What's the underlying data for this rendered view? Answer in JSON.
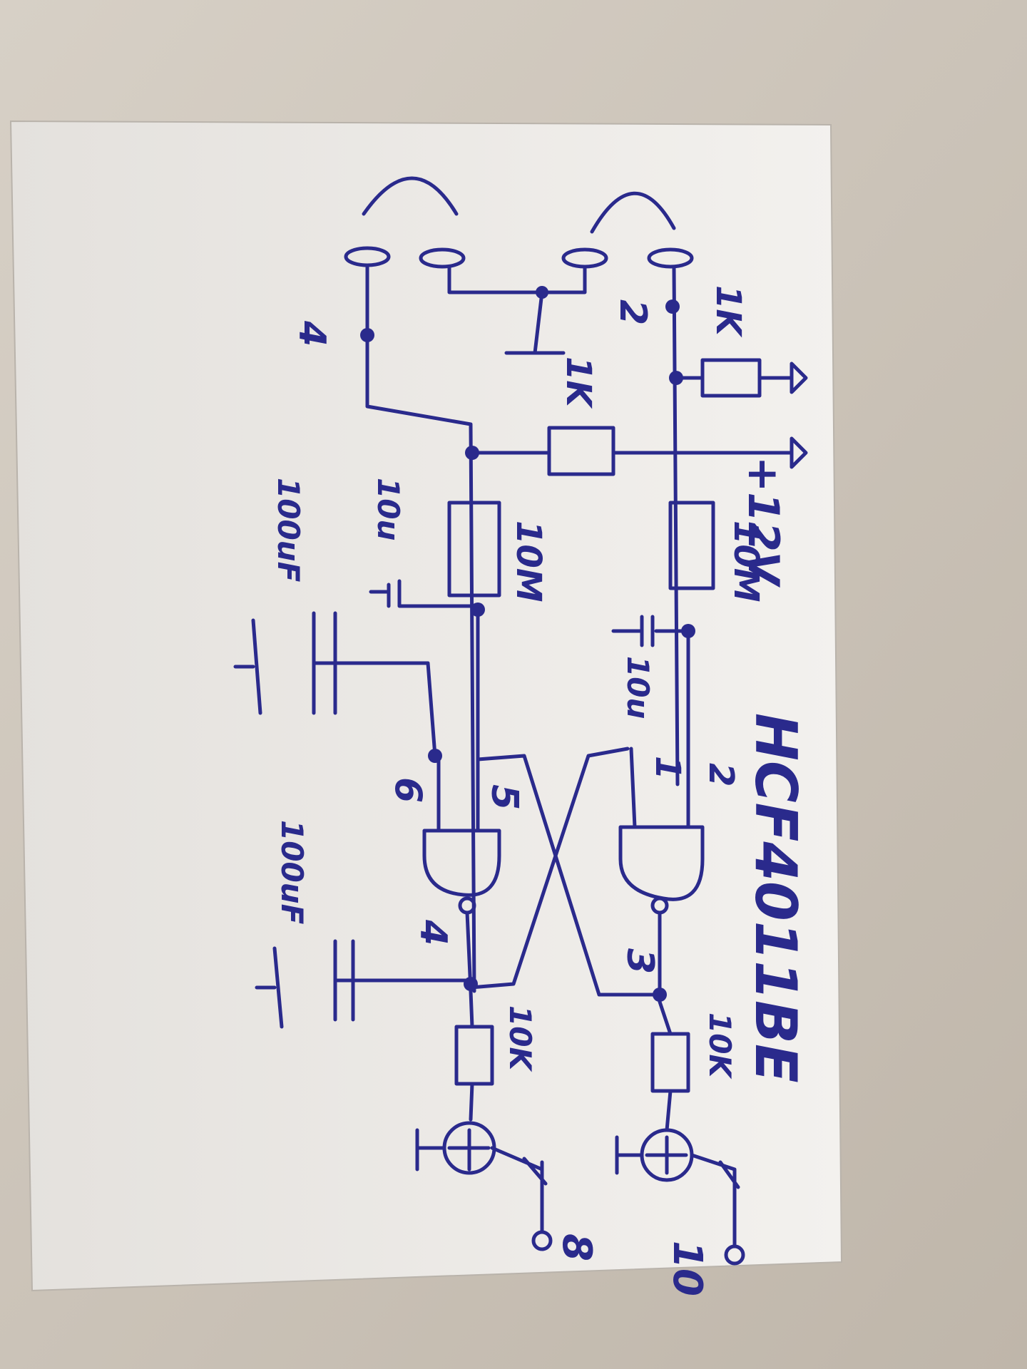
{
  "chip": "HCF4011BE",
  "labels": {
    "supply": "+12V",
    "r_pull_a": "1K",
    "r_pull_b": "1K",
    "r_timer_a": "10M",
    "r_timer_b": "10M",
    "c_timer_a": "10u",
    "c_timer_b": "10u",
    "c_big_a": "100uF",
    "c_big_b": "100uF",
    "r_base_a": "10K",
    "r_base_b": "10K"
  },
  "pins": {
    "p1": "1",
    "p2": "2",
    "p3": "3",
    "p4": "4",
    "p5": "5",
    "p6": "6",
    "conn_top": "2",
    "conn_left": "4",
    "out_a": "8",
    "out_b": "10"
  }
}
